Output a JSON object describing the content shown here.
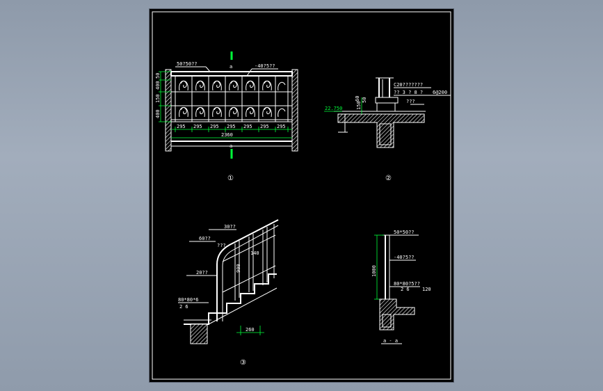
{
  "sheet": {
    "detail1": {
      "handrail_note": "50?50??",
      "bar_note": "-40?5??",
      "dims_vertical": [
        "400",
        "150",
        "400",
        "50"
      ],
      "bay_dims": [
        "295",
        "295",
        "295",
        "295",
        "295",
        "295",
        "295"
      ],
      "total_dim": "2360",
      "label": "①"
    },
    "detail2": {
      "note_concrete": "C20???????",
      "note_rebar": "?? 3  ? 8  ?",
      "note_spacing": "6@200",
      "note_plain": "???",
      "elevation": "22.750",
      "dim_a": "60",
      "dim_b": "150",
      "dim_c": "50",
      "label": "②"
    },
    "detail3": {
      "note_30": "30??",
      "note_60": "60??",
      "note_q": "???",
      "note_20": "20??",
      "dim_900": "900",
      "dim_140": "140",
      "note_plate": "80*80*6",
      "note_anchor": "2  6",
      "dim_260": "260",
      "label": "③"
    },
    "section_aa": {
      "note_top": "50*50??",
      "note_bar": "-40?5??",
      "dim_1000": "1000",
      "note_plate": "80*80?5??",
      "note_anchor": "2  6",
      "dim_120": "120",
      "label": "a - a"
    },
    "markers": {
      "top": "a",
      "bottom": "a"
    }
  }
}
